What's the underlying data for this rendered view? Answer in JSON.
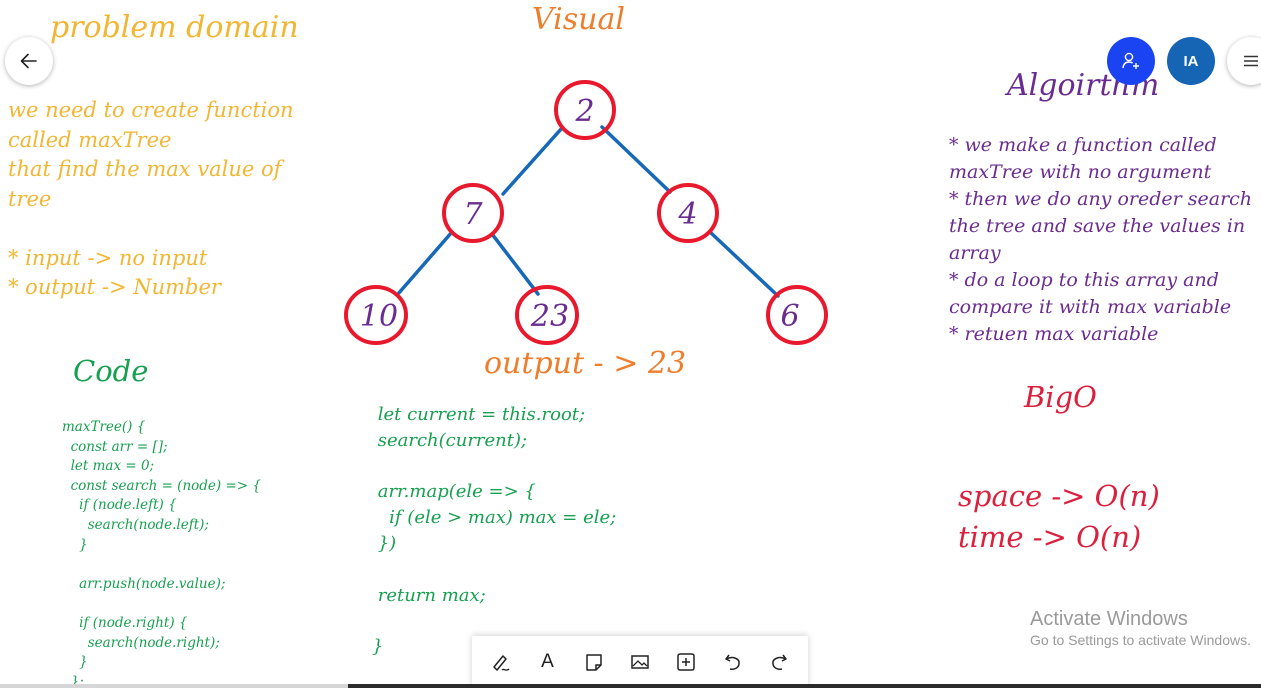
{
  "problem": {
    "title": "problem domain",
    "body": "we need to create function\ncalled maxTree\nthat find the max value of\ntree\n\n* input -> no input\n* output -> Number"
  },
  "visual": {
    "title": "Visual",
    "output": "output - > 23",
    "nodes": [
      "2",
      "7",
      "4",
      "10",
      "23",
      "6"
    ]
  },
  "algorithm": {
    "title": "Algoirthm",
    "body": "* we make a function called\nmaxTree with no argument\n* then we do any oreder search\nthe tree and save the values in\narray\n* do a loop to this array and\ncompare it with max variable\n* retuen max variable"
  },
  "code": {
    "title": "Code",
    "left": "maxTree() {\n  const arr = [];\n  let max = 0;\n  const search = (node) => {\n    if (node.left) {\n      search(node.left);\n    }\n\n    arr.push(node.value);\n\n    if (node.right) {\n      search(node.right);\n    }\n  };",
    "middle": " let current = this.root;\n search(current);\n\n arr.map(ele => {\n   if (ele > max) max = ele;\n })\n\n return max;\n\n}"
  },
  "bigo": {
    "title": "BigO",
    "body": "space -> O(n)\ntime -> O(n)"
  },
  "header": {
    "back_icon": "arrow-left-icon",
    "invite_icon": "add-person-icon",
    "avatar_initials": "IA",
    "menu_icon": "hamburger-menu-icon"
  },
  "toolbar": {
    "tools": [
      "pen-icon",
      "text-icon",
      "sticky-note-icon",
      "image-icon",
      "add-icon",
      "undo-icon",
      "redo-icon"
    ],
    "text_tool_label": "A"
  },
  "watermark": {
    "title": "Activate Windows",
    "subtitle": "Go to Settings to activate Windows."
  },
  "colors": {
    "problem": "#f2b632",
    "visual": "#ee7d2c",
    "algorithm": "#6b2c91",
    "code": "#17a050",
    "bigo": "#dc1f3c",
    "tree_edge": "#1668b8",
    "tree_node": "#e8192c"
  }
}
